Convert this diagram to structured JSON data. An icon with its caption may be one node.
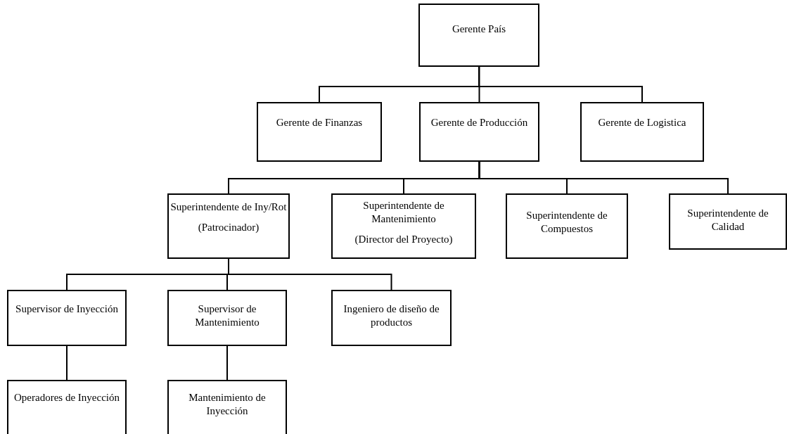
{
  "diagram": {
    "nodes": [
      {
        "text": [
          "Gerente País"
        ]
      },
      {
        "text": [
          "Gerente de Finanzas"
        ]
      },
      {
        "text": [
          "Gerente de Producción"
        ]
      },
      {
        "text": [
          "Gerente de Logistica"
        ]
      },
      {
        "text": [
          "Superintendente de Iny/Rot",
          "(Patrocinador)"
        ]
      },
      {
        "text": [
          "Superintendente de Mantenimiento",
          "(Director del Proyecto)"
        ]
      },
      {
        "text": [
          "Superintendente de Compuestos"
        ]
      },
      {
        "text": [
          "Superintendente de Calidad"
        ]
      },
      {
        "text": [
          "Supervisor de Inyección"
        ]
      },
      {
        "text": [
          "Supervisor de Mantenimiento"
        ]
      },
      {
        "text": [
          "Ingeniero de diseño de productos"
        ]
      },
      {
        "text": [
          "Operadores de Inyección"
        ]
      },
      {
        "text": [
          "Mantenimiento de Inyección"
        ]
      }
    ],
    "edges": [
      {
        "from": 0,
        "to": 1,
        "arrow": "none"
      },
      {
        "from": 0,
        "to": 2,
        "arrow": "none"
      },
      {
        "from": 0,
        "to": 3,
        "arrow": "none"
      },
      {
        "from": 2,
        "to": 4,
        "arrow": "none"
      },
      {
        "from": 2,
        "to": 5,
        "arrow": "none"
      },
      {
        "from": 2,
        "to": 6,
        "arrow": "none"
      },
      {
        "from": 2,
        "to": 7,
        "arrow": "none"
      },
      {
        "from": 4,
        "to": 8,
        "arrow": "none"
      },
      {
        "from": 4,
        "to": 9,
        "arrow": "none"
      },
      {
        "from": 4,
        "to": 10,
        "arrow": "none"
      },
      {
        "from": 8,
        "to": 11,
        "arrow": "none"
      },
      {
        "from": 9,
        "to": 12,
        "arrow": "none"
      }
    ]
  }
}
